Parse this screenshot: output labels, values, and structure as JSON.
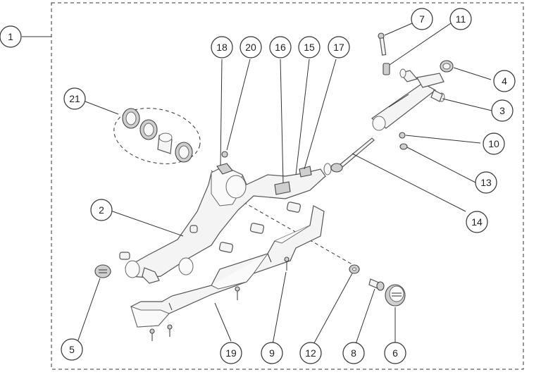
{
  "callouts": [
    {
      "id": "c1",
      "label": "1"
    },
    {
      "id": "c2",
      "label": "2"
    },
    {
      "id": "c3",
      "label": "3"
    },
    {
      "id": "c4",
      "label": "4"
    },
    {
      "id": "c5",
      "label": "5"
    },
    {
      "id": "c6",
      "label": "6"
    },
    {
      "id": "c7",
      "label": "7"
    },
    {
      "id": "c8",
      "label": "8"
    },
    {
      "id": "c9",
      "label": "9"
    },
    {
      "id": "c10",
      "label": "10"
    },
    {
      "id": "c11",
      "label": "11"
    },
    {
      "id": "c12",
      "label": "12"
    },
    {
      "id": "c13",
      "label": "13"
    },
    {
      "id": "c14",
      "label": "14"
    },
    {
      "id": "c15",
      "label": "15"
    },
    {
      "id": "c16",
      "label": "16"
    },
    {
      "id": "c17",
      "label": "17"
    },
    {
      "id": "c18",
      "label": "18"
    },
    {
      "id": "c19",
      "label": "19"
    },
    {
      "id": "c20",
      "label": "20"
    },
    {
      "id": "c21",
      "label": "21"
    }
  ],
  "colors": {
    "line": "#333333",
    "part_fill": "#f4f4f4",
    "part_shade": "#cfcfcf"
  }
}
